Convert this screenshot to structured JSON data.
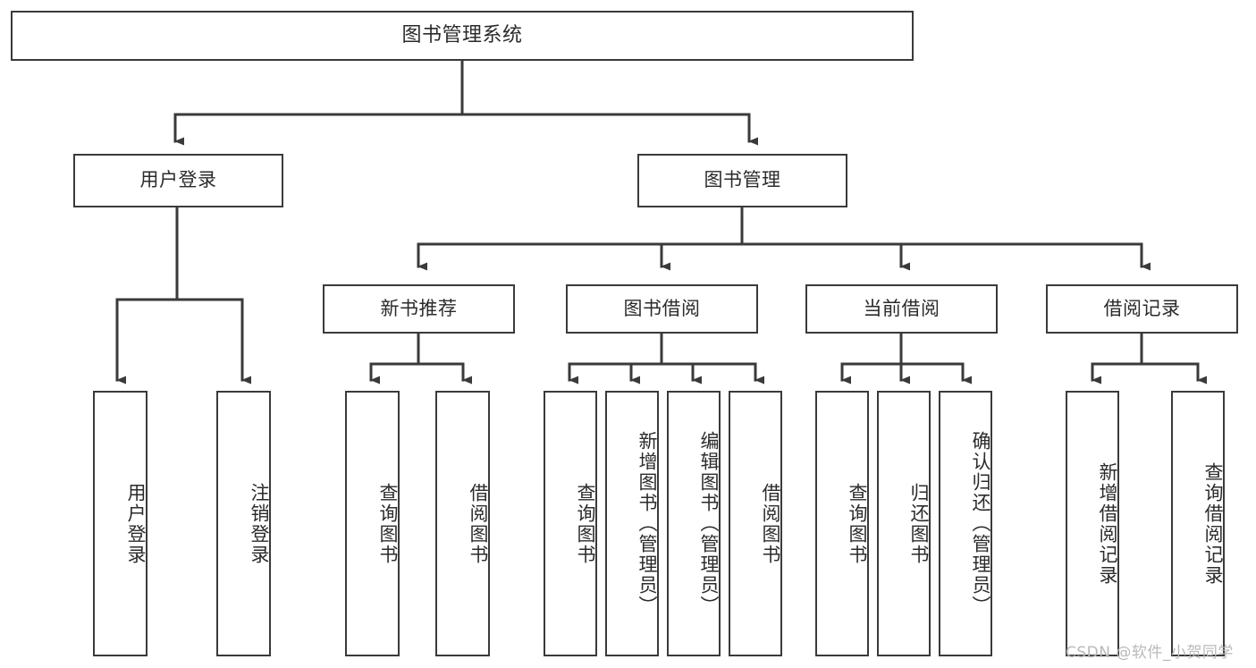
{
  "title": "图书管理系统",
  "colors": {
    "box_border": "#3a3a3a",
    "box_fill": "#ffffff",
    "text": "#2b2b2b",
    "edge": "#3a3a3a",
    "watermark": "#b9b9b9",
    "background": "#ffffff"
  },
  "watermark": "CSDN @软件_小贺同学",
  "chart_data": {
    "type": "diagram",
    "diagram_kind": "tree",
    "orientation": "top-down",
    "title": "图书管理系统",
    "root": {
      "id": "root",
      "label": "图书管理系统"
    },
    "levels": [
      [
        "图书管理系统"
      ],
      [
        "用户登录",
        "图书管理"
      ],
      [
        "新书推荐",
        "图书借阅",
        "当前借阅",
        "借阅记录"
      ],
      [
        "用户登录",
        "注销登录",
        "查询图书",
        "借阅图书",
        "查询图书",
        "新增图书（管理员）",
        "编辑图书（管理员）",
        "借阅图书",
        "查询图书",
        "归还图书",
        "确认归还（管理员）",
        "新增借阅记录",
        "查询借阅记录"
      ]
    ],
    "edges": [
      {
        "from": "图书管理系统",
        "to": "用户登录"
      },
      {
        "from": "图书管理系统",
        "to": "图书管理"
      },
      {
        "from": "用户登录",
        "to": "用户登录(叶)"
      },
      {
        "from": "用户登录",
        "to": "注销登录"
      },
      {
        "from": "图书管理",
        "to": "新书推荐"
      },
      {
        "from": "图书管理",
        "to": "图书借阅"
      },
      {
        "from": "图书管理",
        "to": "当前借阅"
      },
      {
        "from": "图书管理",
        "to": "借阅记录"
      },
      {
        "from": "新书推荐",
        "to": "查询图书"
      },
      {
        "from": "新书推荐",
        "to": "借阅图书"
      },
      {
        "from": "图书借阅",
        "to": "查询图书"
      },
      {
        "from": "图书借阅",
        "to": "新增图书（管理员）"
      },
      {
        "from": "图书借阅",
        "to": "编辑图书（管理员）"
      },
      {
        "from": "图书借阅",
        "to": "借阅图书"
      },
      {
        "from": "当前借阅",
        "to": "查询图书"
      },
      {
        "from": "当前借阅",
        "to": "归还图书"
      },
      {
        "from": "当前借阅",
        "to": "确认归还（管理员）"
      },
      {
        "from": "借阅记录",
        "to": "新增借阅记录"
      },
      {
        "from": "借阅记录",
        "to": "查询借阅记录"
      }
    ]
  },
  "nodes": {
    "root": "图书管理系统",
    "level2": {
      "user_login": "用户登录",
      "book_manage": "图书管理"
    },
    "level3": {
      "new_book_rec": "新书推荐",
      "book_borrow": "图书借阅",
      "current_borrow": "当前借阅",
      "borrow_record": "借阅记录"
    },
    "leaves": {
      "user_login_leaf": "用户登录",
      "logout_leaf": "注销登录",
      "rec_query_book": "查询图书",
      "rec_borrow_book": "借阅图书",
      "borrow_query_book": "查询图书",
      "borrow_add_book": "新增图书（管理员）",
      "borrow_edit_book": "编辑图书（管理员）",
      "borrow_borrow_book": "借阅图书",
      "cur_query_book": "查询图书",
      "cur_return_book": "归还图书",
      "cur_confirm_return": "确认归还（管理员）",
      "rec_add_record": "新增借阅记录",
      "rec_query_record": "查询借阅记录"
    }
  }
}
